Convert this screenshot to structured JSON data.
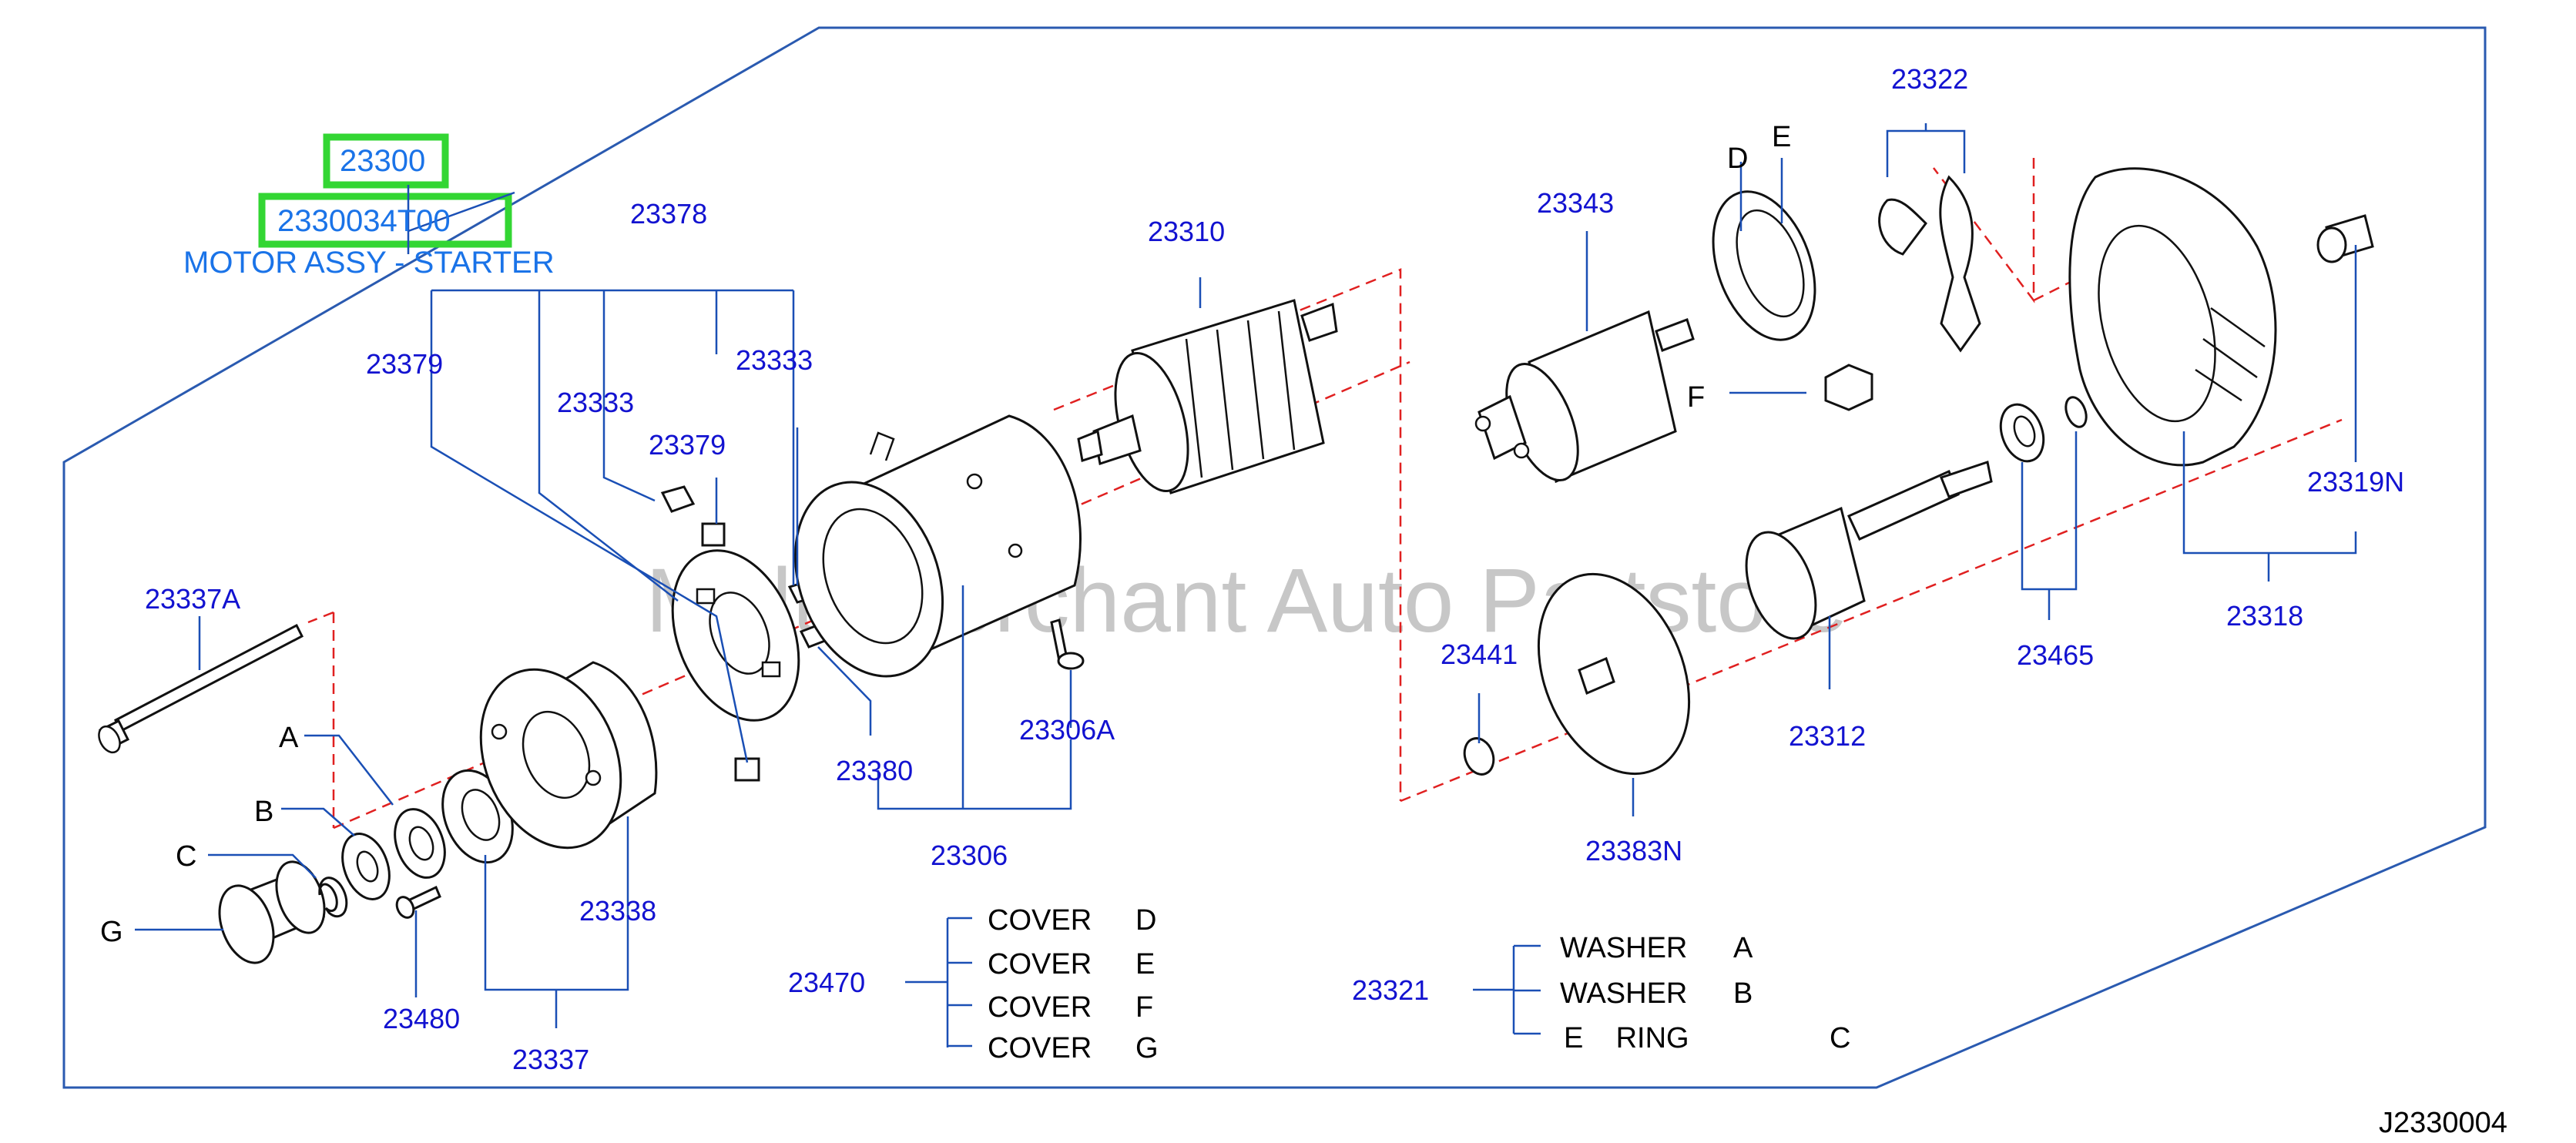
{
  "diagram": {
    "header": {
      "group_number": "23300",
      "part_number": "2330034T00",
      "description": "MOTOR ASSY - STARTER"
    },
    "watermark": "Multi-Merchant Auto Partstore",
    "drawing_id": "J2330004",
    "colors": {
      "label": "#1212d0",
      "header": "#1a73e8",
      "highlight": "#33d633",
      "dash": "#e02020",
      "frame": "#2a5ab0"
    },
    "part_labels": {
      "p23378": "23378",
      "p23379a": "23379",
      "p23333a": "23333",
      "p23333b": "23333",
      "p23379b": "23379",
      "p23310": "23310",
      "p23343": "23343",
      "p23322": "23322",
      "p23319n": "23319N",
      "p23318": "23318",
      "p23465": "23465",
      "p23312": "23312",
      "p23441": "23441",
      "p23383n": "23383N",
      "p23337a": "23337A",
      "p23380": "23380",
      "p23306a": "23306A",
      "p23306": "23306",
      "p23338": "23338",
      "p23480": "23480",
      "p23337": "23337",
      "p23470": "23470",
      "p23321": "23321"
    },
    "letter_labels": {
      "D": "D",
      "E": "E",
      "F": "F",
      "A": "A",
      "B": "B",
      "C": "C",
      "G": "G"
    },
    "legend_23470": [
      {
        "name": "COVER",
        "code": "D"
      },
      {
        "name": "COVER",
        "code": "E"
      },
      {
        "name": "COVER",
        "code": "F"
      },
      {
        "name": "COVER",
        "code": "G"
      }
    ],
    "legend_23321": [
      {
        "name": "WASHER",
        "code": "A"
      },
      {
        "name": "WASHER",
        "code": "B"
      },
      {
        "name": "E    RING",
        "code": "C"
      }
    ]
  }
}
